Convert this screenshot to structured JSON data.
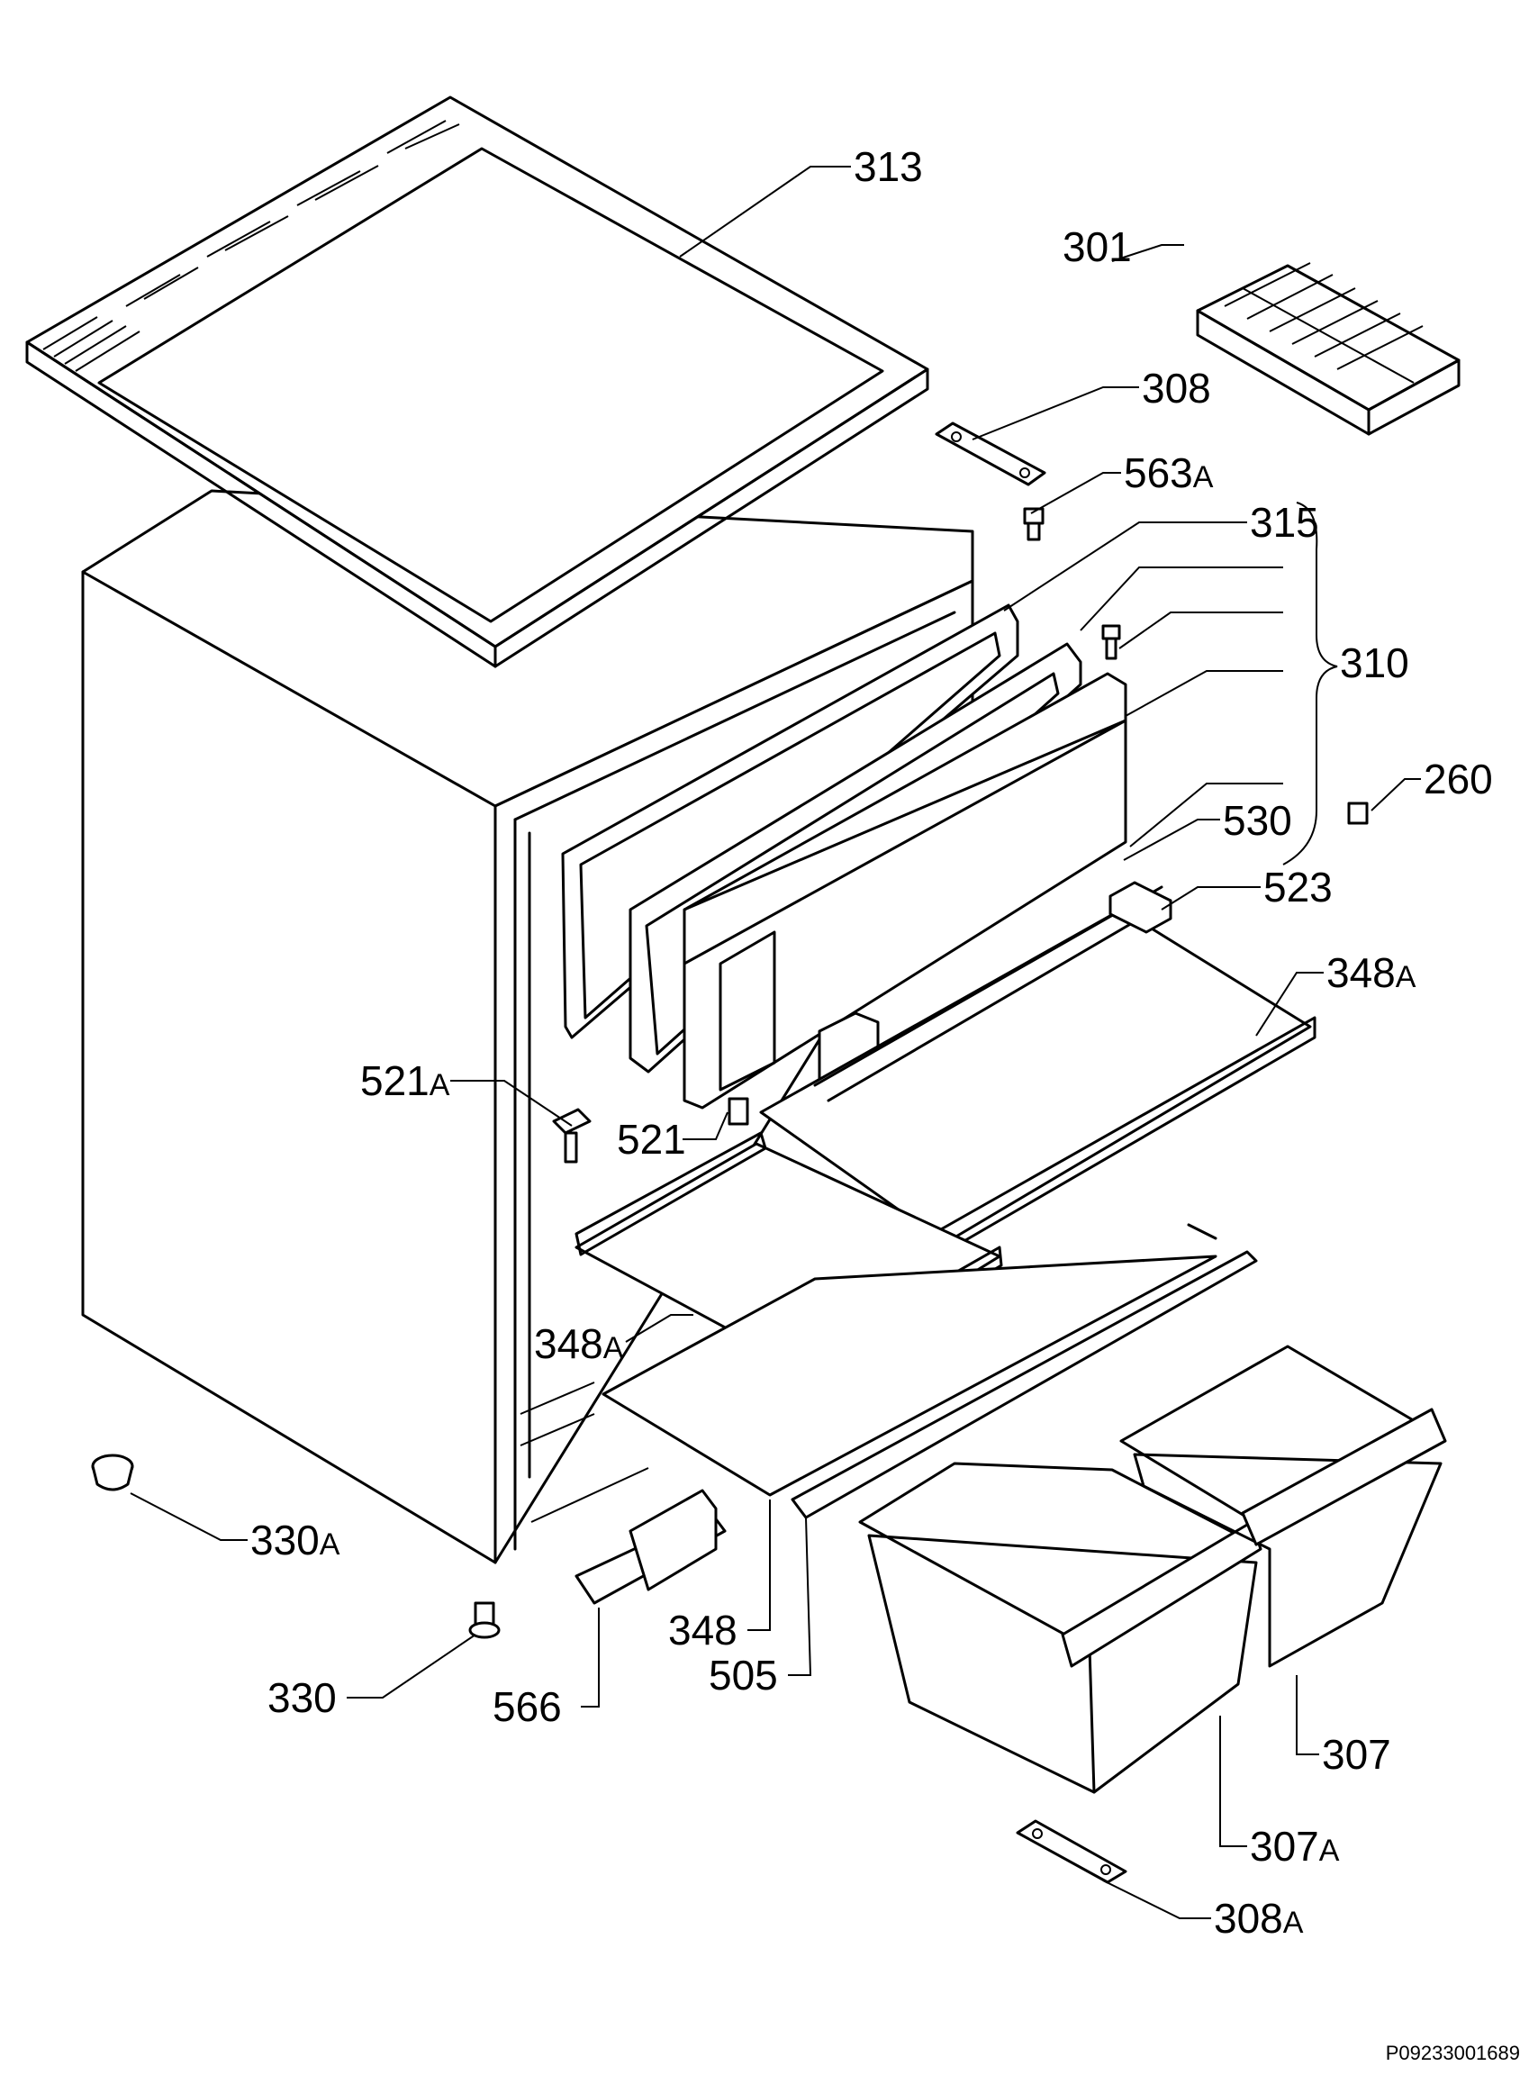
{
  "labels": {
    "p313": "313",
    "p301": "301",
    "p308": "308",
    "p563": "563",
    "p563s": "A",
    "p315": "315",
    "p310": "310",
    "p260": "260",
    "p530": "530",
    "p523": "523",
    "p348a1": "348",
    "p348a1s": "A",
    "p521a": "521",
    "p521as": "A",
    "p521": "521",
    "p348a2": "348",
    "p348a2s": "A",
    "p330a": "330",
    "p330as": "A",
    "p348": "348",
    "p505": "505",
    "p330": "330",
    "p566": "566",
    "p307": "307",
    "p307a": "307",
    "p307as": "A",
    "p308a": "308",
    "p308as": "A"
  },
  "drawing_code": "P09233001689"
}
